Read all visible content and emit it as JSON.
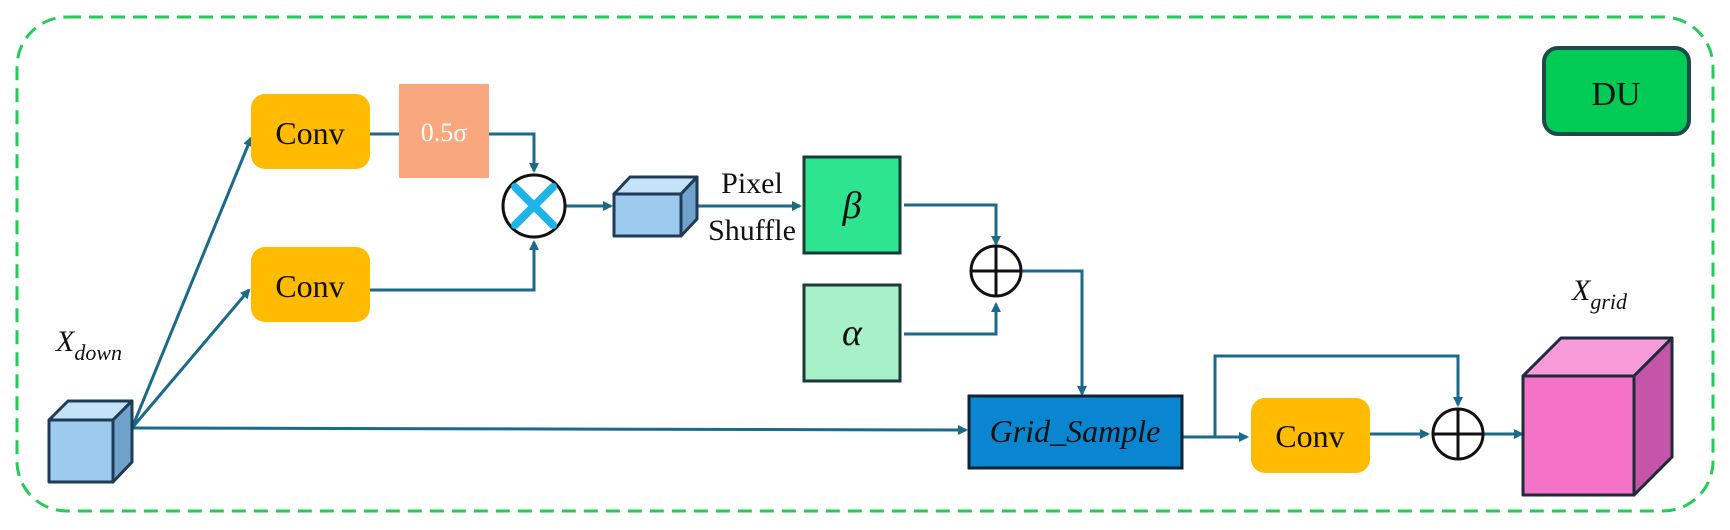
{
  "badge": {
    "label": "DU",
    "color": "#00cc55"
  },
  "blocks": {
    "conv_top": "Conv",
    "conv_mid": "Conv",
    "conv_out": "Conv",
    "sigma": "0.5σ",
    "beta": "β",
    "alpha": "α",
    "grid_sample": "Grid_Sample"
  },
  "labels": {
    "pixel": "Pixel",
    "shuffle": "Shuffle",
    "x_down_main": "X",
    "x_down_sub": "down",
    "x_grid_main": "X",
    "x_grid_sub": "grid"
  },
  "colors": {
    "border_dashed": "#22cc55",
    "arrow": "#1a6a8a",
    "conv": "#ffbb00",
    "sigma": "#f9a77f",
    "beta": "#2ee58f",
    "alpha": "#a8f0c8",
    "grid_sample": "#0a86d1",
    "cube_small": "#9dcbee",
    "cube_out": "#f472c8"
  }
}
